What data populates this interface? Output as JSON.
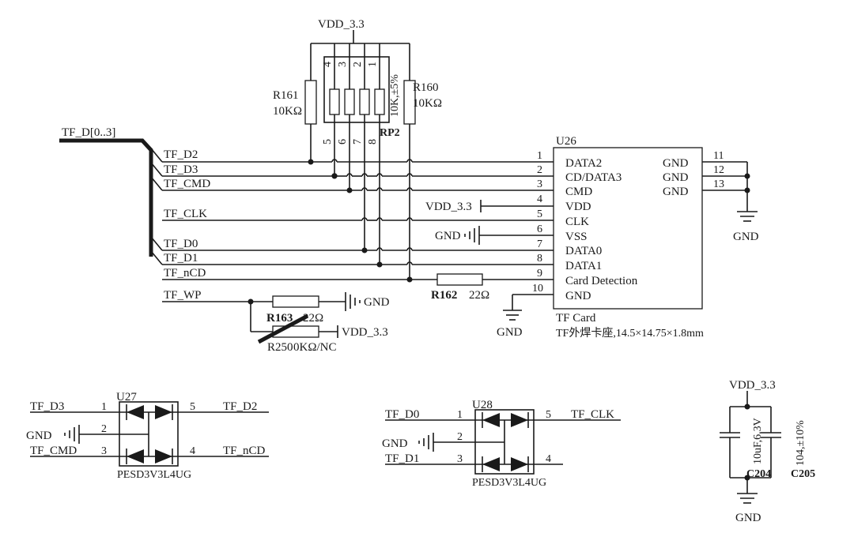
{
  "power": {
    "vdd": "VDD_3.3",
    "gnd": "GND"
  },
  "resistor_network": {
    "r161_ref": "R161",
    "r161_value": "10KΩ",
    "r160_ref": "R160",
    "r160_value": "10KΩ",
    "rp2_ref": "RP2",
    "rp2_value": "10K,±5%",
    "top_pins": [
      "4",
      "3",
      "2",
      "1"
    ],
    "bottom_pins": [
      "5",
      "6",
      "7",
      "8"
    ]
  },
  "bus": {
    "name": "TF_D[0..3]",
    "nets": [
      "TF_D2",
      "TF_D3",
      "TF_CMD",
      "TF_CLK",
      "TF_D0",
      "TF_D1",
      "TF_nCD",
      "TF_WP"
    ]
  },
  "u26": {
    "ref": "U26",
    "pin_numbers": [
      "1",
      "2",
      "3",
      "4",
      "5",
      "6",
      "7",
      "8",
      "9",
      "10"
    ],
    "pin_names": [
      "DATA2",
      "CD/DATA3",
      "CMD",
      "VDD",
      "CLK",
      "VSS",
      "DATA0",
      "DATA1",
      "Card Detection",
      "GND"
    ],
    "right_pin_numbers": [
      "11",
      "12",
      "13"
    ],
    "right_pin_names": [
      "GND",
      "GND",
      "GND"
    ],
    "title": "TF Card",
    "description": "TF外焊卡座,14.5×14.75×1.8mm"
  },
  "r162": {
    "ref": "R162",
    "value": "22Ω"
  },
  "r163": {
    "ref": "R163",
    "value": "22Ω"
  },
  "r250": {
    "ref": "R250",
    "value": "0KΩ/NC"
  },
  "u27": {
    "ref": "U27",
    "part": "PESD3V3L4UG",
    "pins": [
      "1",
      "2",
      "3",
      "4",
      "5"
    ],
    "nets": [
      "TF_D3",
      "TF_CMD",
      "TF_nCD",
      "TF_D2"
    ]
  },
  "u28": {
    "ref": "U28",
    "part": "PESD3V3L4UG",
    "pins": [
      "1",
      "2",
      "3",
      "4",
      "5"
    ],
    "nets": [
      "TF_D0",
      "TF_D1",
      "TF_CLK"
    ]
  },
  "capacitors": {
    "c204_ref": "C204",
    "c204_value": "10uF,6.3V",
    "c205_ref": "C205",
    "c205_value": "104,±10%"
  }
}
